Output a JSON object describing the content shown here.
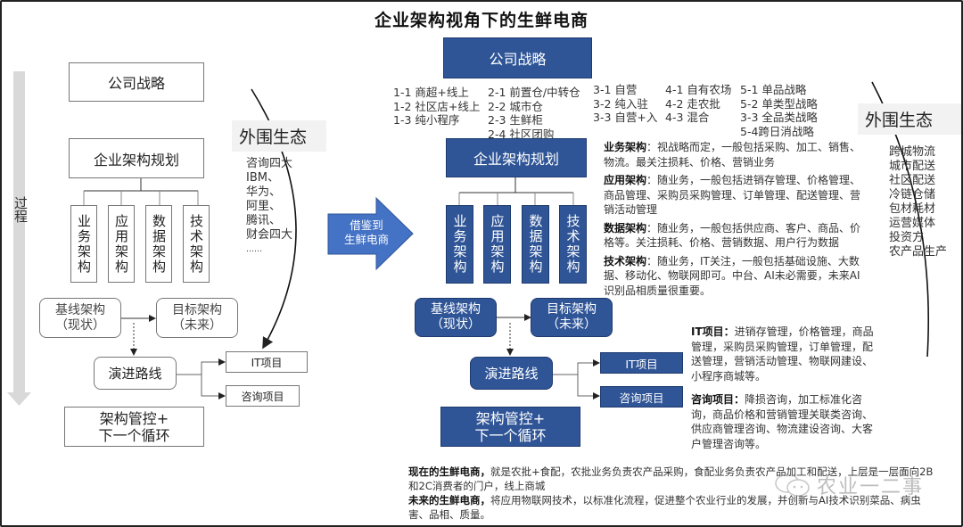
{
  "title": "企业架构视角下的生鲜电商",
  "colors": {
    "accent_blue": "#2f5597",
    "arrow_blue": "#4472c4",
    "process_gray": "#d9d9d9"
  },
  "process_label": "过程",
  "left": {
    "strategy": "公司战略",
    "ea_planning": "企业架构规划",
    "arch_columns": [
      "业务架构",
      "应用架构",
      "数据架构",
      "技术架构"
    ],
    "baseline": "基线架构\n（现状）",
    "target": "目标架构\n（未来）",
    "roadmap": "演进路线",
    "it_project": "IT项目",
    "consult_project": "咨询项目",
    "governance": "架构管控+\n下一个循环",
    "eco_title": "外围生态",
    "eco_items": [
      "咨询四大",
      "IBM、",
      "华为、",
      "阿里、",
      "腾讯、",
      "财会四大",
      "……"
    ]
  },
  "center_arrow": "借鉴到\n生鲜电商",
  "right": {
    "strategy": "公司战略",
    "strategy_options": [
      [
        "1-1 商超+线上",
        "1-2 社区店+线上",
        "1-3 纯小程序"
      ],
      [
        "2-1 前置仓/中转仓",
        "2-2 城市仓",
        "2-3 生鲜柜",
        "2-4 社区团购"
      ],
      [
        "3-1 自营",
        "3-2 纯入驻",
        "3-3 自营+入"
      ],
      [
        "4-1 自有农场",
        "4-2 走农批",
        "4-3 混合"
      ],
      [
        "5-1 单品战略",
        "5-2 单类型战略",
        "3-3 全品类战略",
        "5-4跨日消战略"
      ]
    ],
    "ea_planning": "企业架构规划",
    "arch_columns": [
      "业务架构",
      "应用架构",
      "数据架构",
      "技术架构"
    ],
    "arch_desc": [
      {
        "label": "业务架构",
        "text": "：视战略而定，一般包括采购、加工、销售、物流。最关注损耗、价格、营销业务"
      },
      {
        "label": "应用架构",
        "text": "：随业务，一般包括进销存管理、价格管理、商品管理、采购员采购管理、订单管理、配送管理、营销活动管理"
      },
      {
        "label": "数据架构",
        "text": "：随业务，一般包括供应商、客户、商品、价格等。关注损耗、价格、营销数据、用户行为数据"
      },
      {
        "label": "技术架构",
        "text": "：随业务，IT关注，一般包括基础设施、大数据、移动化、物联网即可。中台、AI未必需要，未来AI识别品相质量很重要。"
      }
    ],
    "baseline": "基线架构\n（现状）",
    "target": "目标架构\n（未来）",
    "roadmap": "演进路线",
    "it_project": "IT项目",
    "consult_project": "咨询项目",
    "governance": "架构管控+\n下一个循环",
    "it_desc": {
      "label": "IT项目：",
      "text": "进销存管理，价格管理，商品管理，采购员采购管理，订单管理，配送管理，营销活动管理、物联网建设、小程序商城等。"
    },
    "consult_desc": {
      "label": "咨询项目：",
      "text": "降损咨询，加工标准化咨询，商品价格和营销管理关联类咨询、供应商管理咨询、物流建设咨询、大客户管理咨询等。"
    },
    "eco_title": "外围生态",
    "eco_items": [
      "跨城物流",
      "城市配送",
      "社区配送",
      "冷链仓储",
      "包材耗材",
      "运营媒体",
      "投资方",
      "农产品生产"
    ]
  },
  "footer": {
    "now_label": "现在的生鲜电商，",
    "now_text": "就是农批+食配，农批业务负责农产品采购，食配业务负责农产品加工和配送，上层是一层面向2B和2C消费者的门户，线上商城",
    "future_label": "未来的生鲜电商，",
    "future_text": "将应用物联网技术，以标准化流程，促进整个农业行业的发展，并创新与AI技术识别菜品、病虫害、品相、质量。"
  },
  "watermark": "农业一二事"
}
